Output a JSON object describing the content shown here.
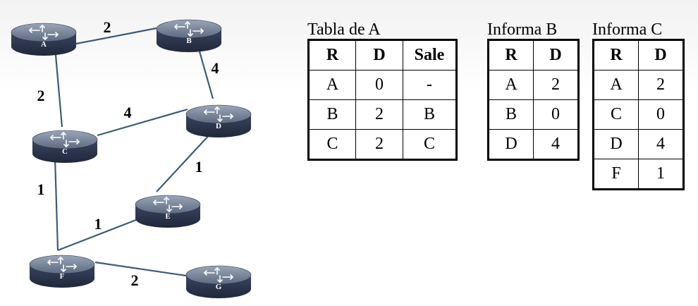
{
  "colors": {
    "link": "#3d5a7a",
    "router_top": "#6f7d92",
    "router_body": "#2e3850",
    "router_label": "#ffffff"
  },
  "icons": {
    "router": "router-icon",
    "arrows": "router-arrows-icon"
  },
  "routers": [
    "A",
    "B",
    "C",
    "D",
    "E",
    "F",
    "G"
  ],
  "links": [
    {
      "from": "A",
      "to": "B",
      "weight": "2"
    },
    {
      "from": "A",
      "to": "C",
      "weight": "2"
    },
    {
      "from": "B",
      "to": "D",
      "weight": "4"
    },
    {
      "from": "C",
      "to": "D",
      "weight": "4"
    },
    {
      "from": "C",
      "to": "F",
      "weight": "1"
    },
    {
      "from": "D",
      "to": "E",
      "weight": "1"
    },
    {
      "from": "E",
      "to": "F",
      "weight": "1"
    },
    {
      "from": "F",
      "to": "G",
      "weight": "2"
    }
  ],
  "tables": [
    {
      "title": "Tabla de A",
      "headers": [
        "R",
        "D",
        "Sale"
      ],
      "rows": [
        [
          "A",
          "0",
          "-"
        ],
        [
          "B",
          "2",
          "B"
        ],
        [
          "C",
          "2",
          "C"
        ]
      ]
    },
    {
      "title": "Informa B",
      "headers": [
        "R",
        "D"
      ],
      "rows": [
        [
          "A",
          "2"
        ],
        [
          "B",
          "0"
        ],
        [
          "D",
          "4"
        ]
      ]
    },
    {
      "title": "Informa C",
      "headers": [
        "R",
        "D"
      ],
      "rows": [
        [
          "A",
          "2"
        ],
        [
          "C",
          "0"
        ],
        [
          "D",
          "4"
        ],
        [
          "F",
          "1"
        ]
      ]
    }
  ]
}
